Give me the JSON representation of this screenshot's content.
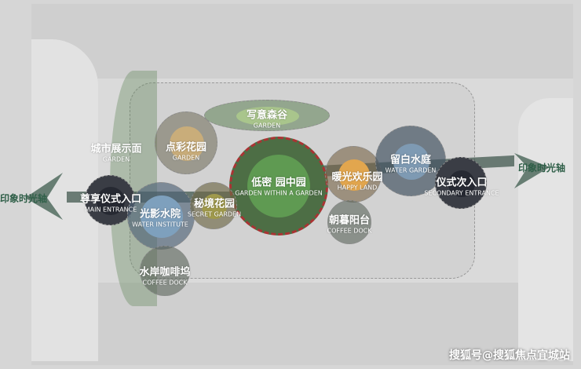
{
  "zones": [
    {
      "id": "xieyi",
      "cn": "写意森谷",
      "en": "GARDEN"
    },
    {
      "id": "dianca",
      "cn": "点彩花园",
      "en": "GARDEN"
    },
    {
      "id": "city",
      "cn": "城市展示面",
      "en": "GARDEN"
    },
    {
      "id": "dimi",
      "cn": "低密 园中园",
      "en": "GARDEN WITHIN A GARDEN"
    },
    {
      "id": "nuanguang",
      "cn": "暖光欢乐园",
      "en": "HAPPY LAND"
    },
    {
      "id": "liubai",
      "cn": "留白水庭",
      "en": "WATER GARDEN"
    },
    {
      "id": "ciru",
      "cn": "仪式次入口",
      "en": "SECONDARY ENTRANCE"
    },
    {
      "id": "zhaomu",
      "cn": "朝暮阳台",
      "en": "COFFEE DOCK"
    },
    {
      "id": "zunxiang",
      "cn": "尊享仪式入口",
      "en": "MAIN ENTRANCE"
    },
    {
      "id": "guangying",
      "cn": "光影水院",
      "en": "WATER INSTITUTE"
    },
    {
      "id": "mijing",
      "cn": "秘境花园",
      "en": "SECRET GARDEN"
    },
    {
      "id": "shuian",
      "cn": "水岸咖啡坞",
      "en": "COFFEE DOCK"
    }
  ],
  "axis": {
    "left_label": "印象时光轴",
    "right_label": "印象时光轴"
  },
  "watermark": "搜狐号@搜狐焦点宜城站",
  "colors": {
    "axis": "#3d5c4e",
    "green": "#5e8a52",
    "blue": "#7ea0bd",
    "orange": "#e0a850",
    "dark": "#2c2f36"
  }
}
